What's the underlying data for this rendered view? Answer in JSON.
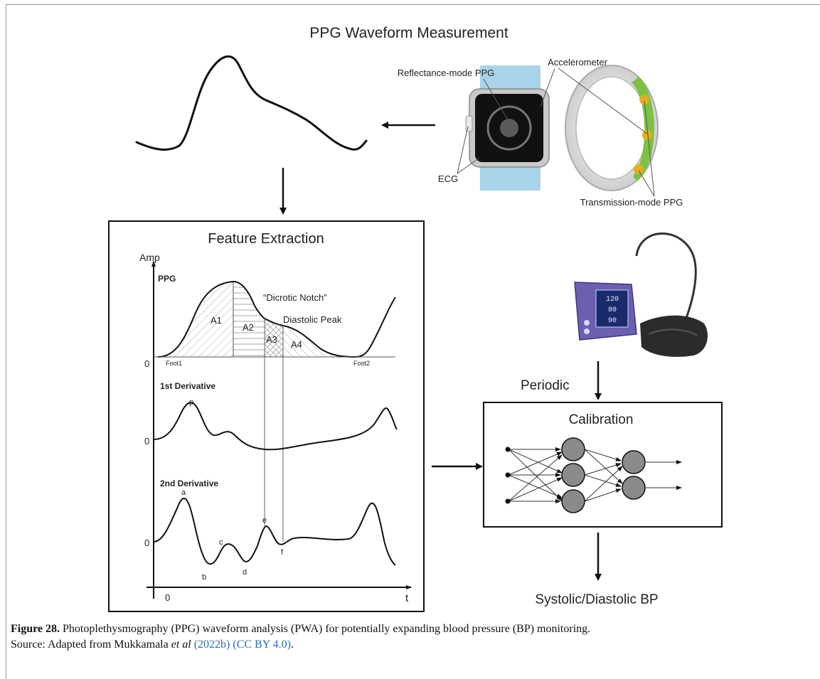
{
  "top_title": "PPG Waveform Measurement",
  "devices": {
    "reflectance": "Reflectance-mode PPG",
    "accelerometer": "Accelerometer",
    "ecg": "ECG",
    "transmission": "Transmission-mode PPG"
  },
  "feature": {
    "title": "Feature Extraction",
    "amp": "Amp",
    "ppg": "PPG",
    "first_derivative": "1st Derivative",
    "second_derivative": "2nd Derivative",
    "dicrotic": "“Dicrotic Notch”",
    "diastolic": "Diastolic Peak",
    "areas": [
      "A1",
      "A2",
      "A3",
      "A4"
    ],
    "foot1": "Foot1",
    "foot2": "Foot2",
    "zero": "0",
    "t": "t",
    "p": "p",
    "points": [
      "a",
      "b",
      "c",
      "d",
      "e",
      "f"
    ]
  },
  "cuff": {
    "readings": [
      "120",
      "80",
      "90"
    ]
  },
  "periodic": "Periodic",
  "calibration": "Calibration",
  "output": "Systolic/Diastolic BP",
  "caption": {
    "label": "Figure 28.",
    "text": " Photoplethysmography (PPG) waveform analysis (PWA) for potentially expanding blood pressure (BP) monitoring.",
    "source_prefix": "Source: Adapted from Mukkamala ",
    "etal": "et al",
    "year": "(2022b)",
    "license": "(CC BY 4.0)",
    "end": "."
  },
  "colors": {
    "ring_green": "#7cc242",
    "band_blue": "#a9d4ea",
    "node_gray": "#8a8a8a",
    "monitor_purple": "#6a5fb0"
  }
}
